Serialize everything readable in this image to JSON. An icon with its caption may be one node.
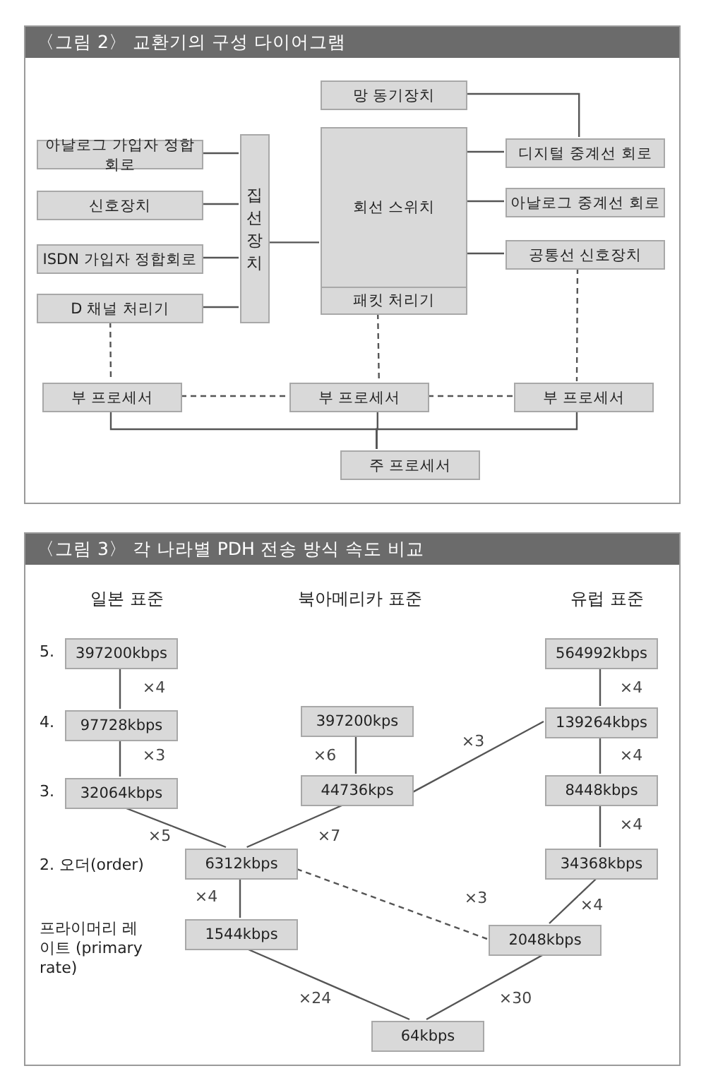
{
  "diagram": {
    "nodes": [
      {
        "text": [
          "〈그림 2〉 교환기의 구성 다이어그램"
        ]
      },
      {
        "text": [
          "망 동기장치"
        ],
        "in": 0
      },
      {
        "text": [
          "아날로그 가입자 정합회로"
        ],
        "in": 0
      },
      {
        "text": [
          "신호장치"
        ],
        "in": 0
      },
      {
        "text": [
          "ISDN 가입자 정합회로"
        ],
        "in": 0
      },
      {
        "text": [
          "D 채널 처리기"
        ],
        "in": 0
      },
      {
        "text": [
          "집선장치"
        ],
        "in": 0
      },
      {
        "text": [
          "회선 스위치"
        ],
        "in": 0
      },
      {
        "text": [
          "패킷 처리기"
        ],
        "in": 0
      },
      {
        "text": [
          "디지털 중계선 회로"
        ],
        "in": 0
      },
      {
        "text": [
          "아날로그 중계선 회로"
        ],
        "in": 0
      },
      {
        "text": [
          "공통선 신호장치"
        ],
        "in": 0
      },
      {
        "text": [
          "부 프로세서"
        ],
        "in": 0
      },
      {
        "text": [
          "부 프로세서"
        ],
        "in": 0
      },
      {
        "text": [
          "부 프로세서"
        ],
        "in": 0
      },
      {
        "text": [
          "주 프로세서"
        ],
        "in": 0
      },
      {
        "text": [
          "〈그림 3〉 각 나라별 PDH 전송 방식 속도 비교"
        ]
      },
      {
        "text": [
          "397200kbps"
        ],
        "in": 16
      },
      {
        "text": [
          "97728kbps"
        ],
        "in": 16
      },
      {
        "text": [
          "32064kbps"
        ],
        "in": 16
      },
      {
        "text": [
          "397200kps"
        ],
        "in": 16
      },
      {
        "text": [
          "44736kps"
        ],
        "in": 16
      },
      {
        "text": [
          "564992kbps"
        ],
        "in": 16
      },
      {
        "text": [
          "139264kbps"
        ],
        "in": 16
      },
      {
        "text": [
          "8448kbps"
        ],
        "in": 16
      },
      {
        "text": [
          "34368kbps"
        ],
        "in": 16
      },
      {
        "text": [
          "6312kbps"
        ],
        "in": 16
      },
      {
        "text": [
          "1544kbps"
        ],
        "in": 16
      },
      {
        "text": [
          "2048kbps"
        ],
        "in": 16
      },
      {
        "text": [
          "64kbps"
        ],
        "in": 16
      }
    ],
    "edges": [
      {
        "from": 1,
        "to": 9,
        "arrow": "none"
      },
      {
        "from": 2,
        "to": 6,
        "arrow": "none"
      },
      {
        "from": 3,
        "to": 6,
        "arrow": "none"
      },
      {
        "from": 4,
        "to": 6,
        "arrow": "none"
      },
      {
        "from": 5,
        "to": 6,
        "arrow": "none"
      },
      {
        "from": 6,
        "to": 7,
        "arrow": "none"
      },
      {
        "from": 7,
        "to": 9,
        "arrow": "none"
      },
      {
        "from": 7,
        "to": 10,
        "arrow": "none"
      },
      {
        "from": 7,
        "to": 11,
        "arrow": "none"
      },
      {
        "from": 5,
        "to": 12,
        "arrow": "none",
        "style": "dashed"
      },
      {
        "from": 8,
        "to": 13,
        "arrow": "none",
        "style": "dashed"
      },
      {
        "from": 11,
        "to": 14,
        "arrow": "none",
        "style": "dashed"
      },
      {
        "from": 12,
        "to": 13,
        "arrow": "none",
        "style": "dashed"
      },
      {
        "from": 13,
        "to": 14,
        "arrow": "none",
        "style": "dashed"
      },
      {
        "from": 12,
        "to": 15,
        "arrow": "none"
      },
      {
        "from": 13,
        "to": 15,
        "arrow": "none"
      },
      {
        "from": 14,
        "to": 15,
        "arrow": "none"
      },
      {
        "from": 17,
        "to": 18,
        "arrow": "none",
        "label": "×4"
      },
      {
        "from": 18,
        "to": 19,
        "arrow": "none",
        "label": "×3"
      },
      {
        "from": 20,
        "to": 21,
        "arrow": "none",
        "label": "×6"
      },
      {
        "from": 21,
        "to": 23,
        "arrow": "none",
        "label": "×3"
      },
      {
        "from": 22,
        "to": 23,
        "arrow": "none",
        "label": "×4"
      },
      {
        "from": 23,
        "to": 24,
        "arrow": "none",
        "label": "×4"
      },
      {
        "from": 24,
        "to": 25,
        "arrow": "none",
        "label": "×4"
      },
      {
        "from": 19,
        "to": 26,
        "arrow": "none",
        "label": "×5"
      },
      {
        "from": 21,
        "to": 26,
        "arrow": "none",
        "label": "×7"
      },
      {
        "from": 26,
        "to": 27,
        "arrow": "none",
        "label": "×4"
      },
      {
        "from": 26,
        "to": 28,
        "arrow": "none",
        "label": "×3",
        "style": "dashed"
      },
      {
        "from": 25,
        "to": 28,
        "arrow": "none",
        "label": "×4"
      },
      {
        "from": 27,
        "to": 29,
        "arrow": "none",
        "label": "×24"
      },
      {
        "from": 28,
        "to": 29,
        "arrow": "none",
        "label": "×30"
      }
    ],
    "labels": [
      "일본 표준",
      "북아메리카 표준",
      "유럽 표준",
      "5.",
      "4.",
      "3.",
      "2. 오더(order)",
      "프라이머리 레이트 (primary rate)"
    ]
  }
}
